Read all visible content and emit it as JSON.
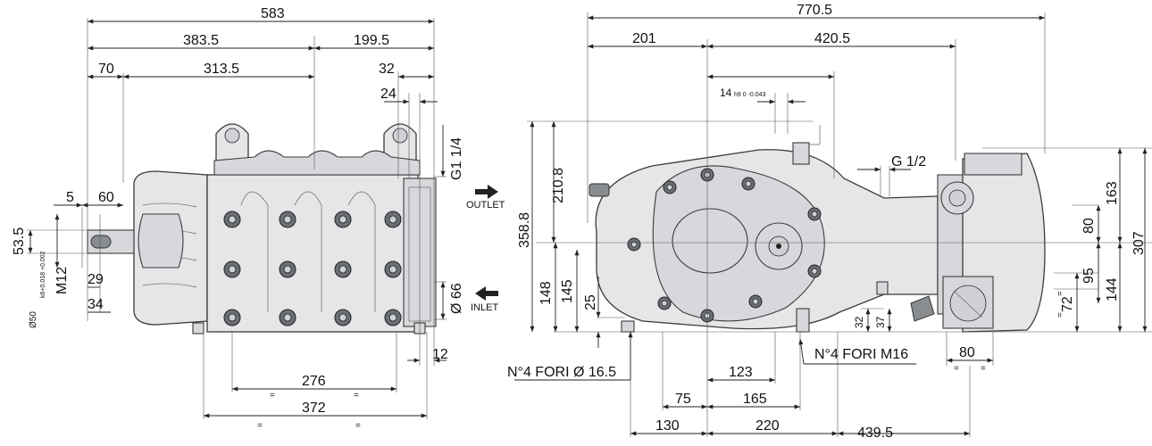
{
  "left_view": {
    "dims": {
      "d583": "583",
      "d383_5": "383.5",
      "d199_5": "199.5",
      "d70": "70",
      "d313_5": "313.5",
      "d32": "32",
      "d24": "24",
      "d5": "5",
      "d60": "60",
      "d53_5": "53.5",
      "m12": "M12",
      "d29": "29",
      "d34": "34",
      "shaft_dia": "Ø50",
      "shaft_tol": "k6+0.018 +0.002",
      "g1_1_4": "G1 1/4",
      "d66": "Ø 66",
      "d12": "12",
      "d276": "276",
      "d372": "372",
      "eq": "="
    },
    "outlet": "OUTLET",
    "inlet": "INLET"
  },
  "right_view": {
    "dims": {
      "d770_5": "770.5",
      "d201": "201",
      "d420_5": "420.5",
      "d14": "14",
      "d14_tol": "h9 0 -0.043",
      "g1_2": "G 1/2",
      "d210_8": "210.8",
      "d358_8": "358.8",
      "d148": "148",
      "d145": "145",
      "d25": "25",
      "d163": "163",
      "d80v": "80",
      "d307": "307",
      "d95": "95",
      "d144": "144",
      "d72": "72",
      "d32": "32",
      "d37": "37",
      "d80h": "80",
      "d123": "123",
      "d75": "75",
      "d165": "165",
      "d130": "130",
      "d220": "220",
      "d439_5": "439.5",
      "eq": "="
    },
    "holes_left": "N°4 FORI Ø 16.5",
    "holes_right": "N°4 FORI M16"
  }
}
